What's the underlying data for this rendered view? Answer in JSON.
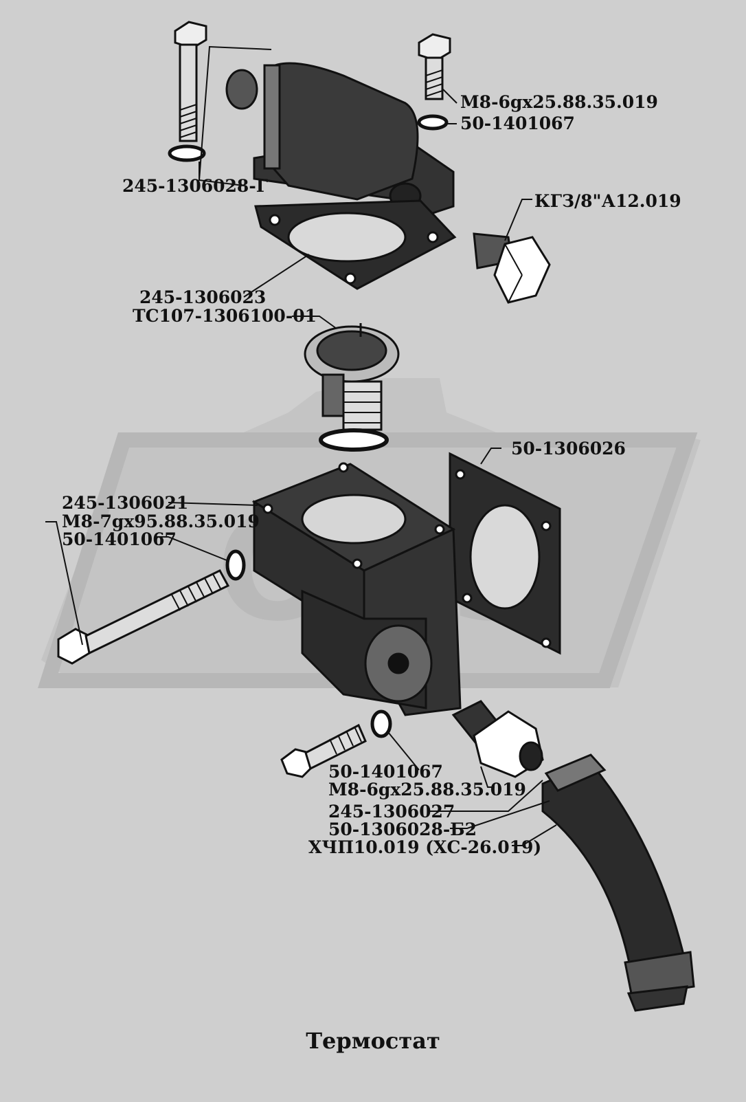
{
  "diagram": {
    "caption": "Термостат",
    "watermark": "ОАЗ",
    "colors": {
      "background": "#cfcfcf",
      "ink": "#111111",
      "part_fill": "#2a2a2a",
      "watermark": "#bdbdbd"
    },
    "labels": {
      "bolt_top_left": "245-1306028-Г",
      "bolt_top_right": "M8-6gx25.88.35.019",
      "washer_top_right": "50-1401067",
      "plug": "КГЗ/8\"А12.019",
      "gasket_top": "245-1306023",
      "thermostat": "ТС107-1306100-01",
      "gasket_side": "50-1306026",
      "housing": "245-1306021",
      "long_bolt": "M8-7gx95.88.35.019",
      "washer_left": "50-1401067",
      "washer_bottom": "50-1401067",
      "bolt_bottom": "M8-6gx25.88.35.019",
      "union": "245-1306027",
      "hose": "50-1306028-Б2",
      "clamp": "ХЧП10.019 (ХС-26.019)"
    }
  }
}
